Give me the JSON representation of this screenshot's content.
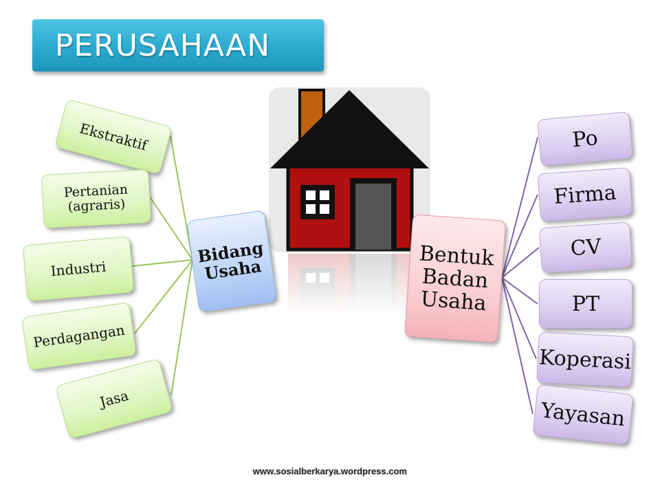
{
  "title": "PERUSAHAAN",
  "left_hub": {
    "label": "Bidang\nUsaha"
  },
  "left_items": [
    {
      "label": "Ekstraktif"
    },
    {
      "label": "Pertanian\n(agraris)"
    },
    {
      "label": "Industri"
    },
    {
      "label": "Perdagangan"
    },
    {
      "label": "Jasa"
    }
  ],
  "right_hub": {
    "label": "Bentuk\nBadan\nUsaha"
  },
  "right_items": [
    {
      "label": "Po"
    },
    {
      "label": "Firma"
    },
    {
      "label": "CV"
    },
    {
      "label": "PT"
    },
    {
      "label": "Koperasi"
    },
    {
      "label": "Yayasan"
    }
  ],
  "footer": "www.sosialberkarya.wordpress.com",
  "colors": {
    "title_bar": "#2aaad0",
    "left_connector": "#9bc45a",
    "right_connector": "#7e64a6",
    "house_wall": "#b01010",
    "house_roof": "#111111",
    "chimney": "#c0600f"
  }
}
